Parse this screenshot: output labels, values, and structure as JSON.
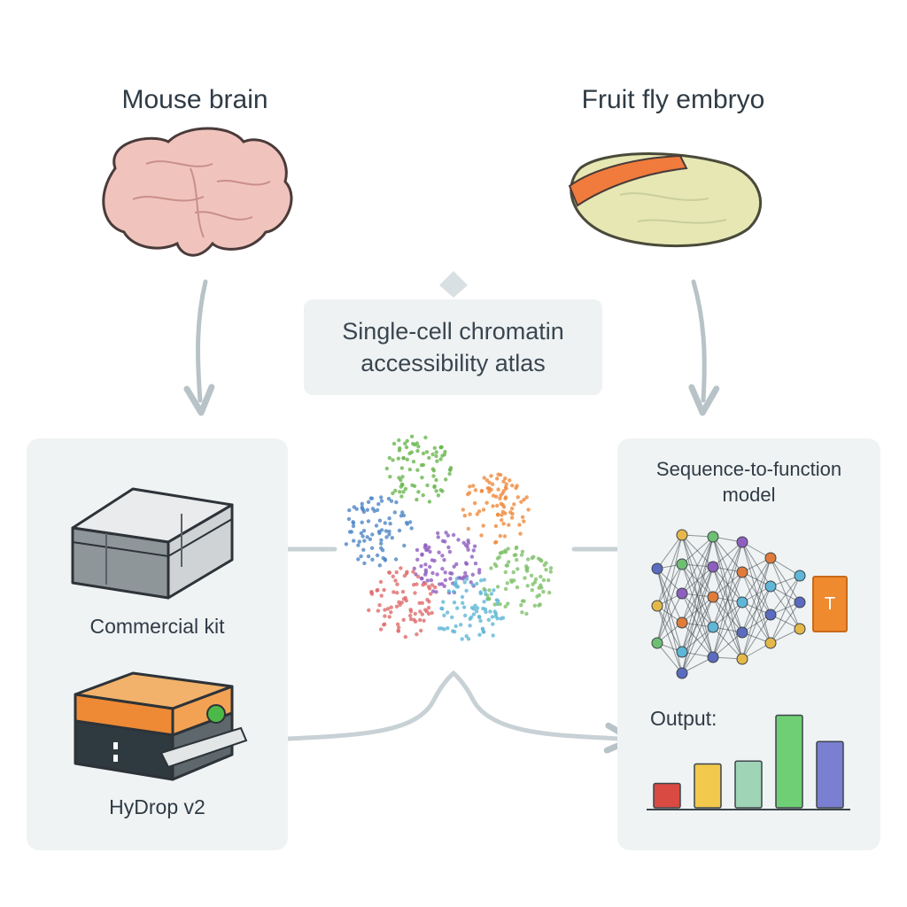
{
  "sources": {
    "left_title": "Mouse brain",
    "right_title": "Fruit fly embryo"
  },
  "atlas": {
    "line1": "Single-cell chromatin",
    "line2": "accessibility atlas"
  },
  "methods": {
    "kit_label": "Commercial kit",
    "hydrop_label": "HyDrop v2"
  },
  "model": {
    "title_line1": "Sequence-to-function",
    "title_line2": "model",
    "output_label": "Output:",
    "output_box_glyph": "T"
  },
  "colors": {
    "brain": "#f0c4bd",
    "embryo": "#e7e7b4",
    "embryo_band": "#f07b3c",
    "arrow": "#b8c3c8",
    "clusters": [
      "#6ab74f",
      "#4f86c6",
      "#ef8a3c",
      "#8f5fbf",
      "#e06c6c",
      "#5fb6d6",
      "#7fc06a"
    ],
    "bars": [
      "#d94a43",
      "#f2c94c",
      "#9fd4b6",
      "#6fcf74",
      "#7b7fd1"
    ]
  },
  "icons": [
    "mouse-brain-icon",
    "fruit-fly-embryo-icon",
    "commercial-kit-box-icon",
    "hydrop-device-icon",
    "neural-network-icon",
    "bar-chart-icon"
  ],
  "chart_data": {
    "type": "bar",
    "categories": [
      "",
      "",
      "",
      "",
      ""
    ],
    "values": [
      0.25,
      0.45,
      0.48,
      0.95,
      0.68
    ],
    "ylim": [
      0,
      1
    ],
    "colors": [
      "#d94a43",
      "#f2c94c",
      "#9fd4b6",
      "#6fcf74",
      "#7b7fd1"
    ]
  }
}
